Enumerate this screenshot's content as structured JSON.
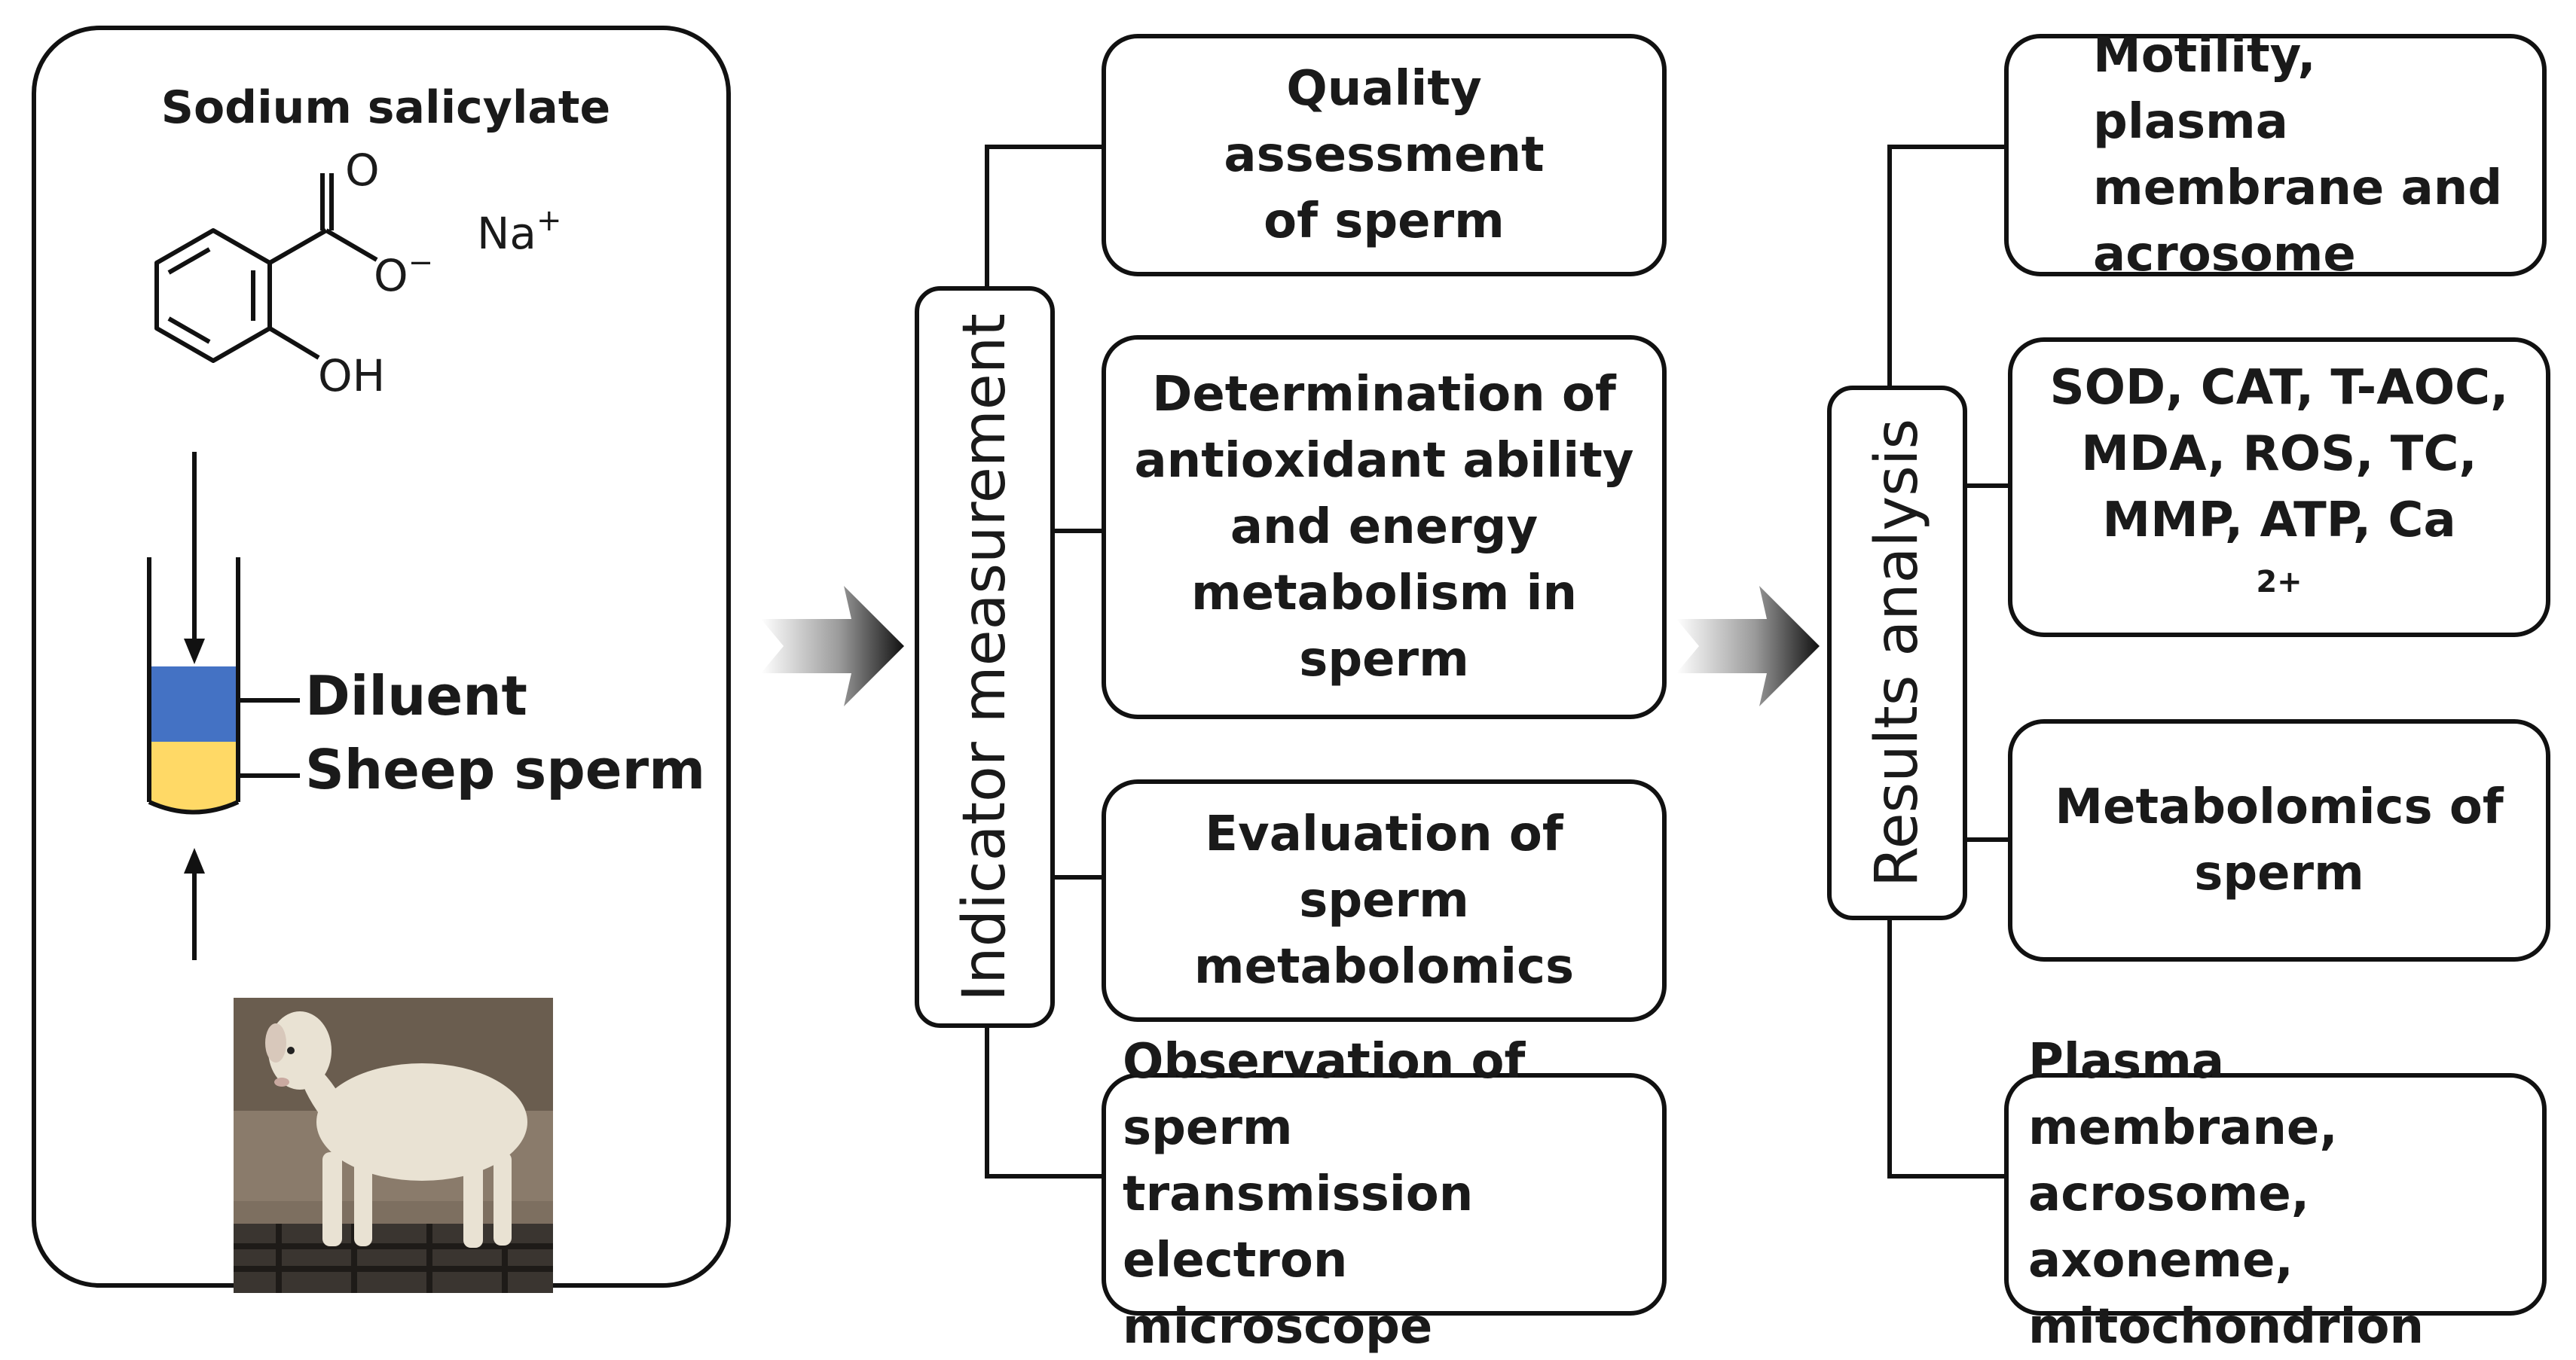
{
  "left_panel": {
    "title": "Sodium salicylate",
    "chem": {
      "oxygen_top": "O",
      "oxide": "O",
      "charge_minus": "−",
      "sodium": "Na",
      "charge_plus": "+",
      "hydroxyl": "OH"
    },
    "diluent_label": "Diluent",
    "sperm_label": "Sheep sperm",
    "colors": {
      "diluent": "#4472c4",
      "sperm": "#ffd966"
    }
  },
  "indicator": {
    "label": "Indicator measurement",
    "items": [
      [
        "Quality assessment",
        "of sperm"
      ],
      [
        "Determination of",
        "antioxidant ability",
        "and energy",
        "metabolism in",
        "sperm"
      ],
      [
        "Evaluation of sperm",
        "metabolomics"
      ],
      [
        "Observation of sperm",
        "transmission electron",
        "microscope"
      ]
    ]
  },
  "results": {
    "label": "Results analysis",
    "items": [
      [
        "Motility, plasma",
        "membrane and",
        "acrosome"
      ],
      [
        "SOD, CAT, T-AOC,",
        "MDA, ROS, TC,",
        "MMP, ATP, Ca"
      ],
      [
        "Metabolomics of",
        "sperm"
      ],
      [
        "Plasma membrane,",
        "acrosome, axoneme,",
        "mitochondrion"
      ]
    ],
    "ca_superscript": "2+"
  }
}
